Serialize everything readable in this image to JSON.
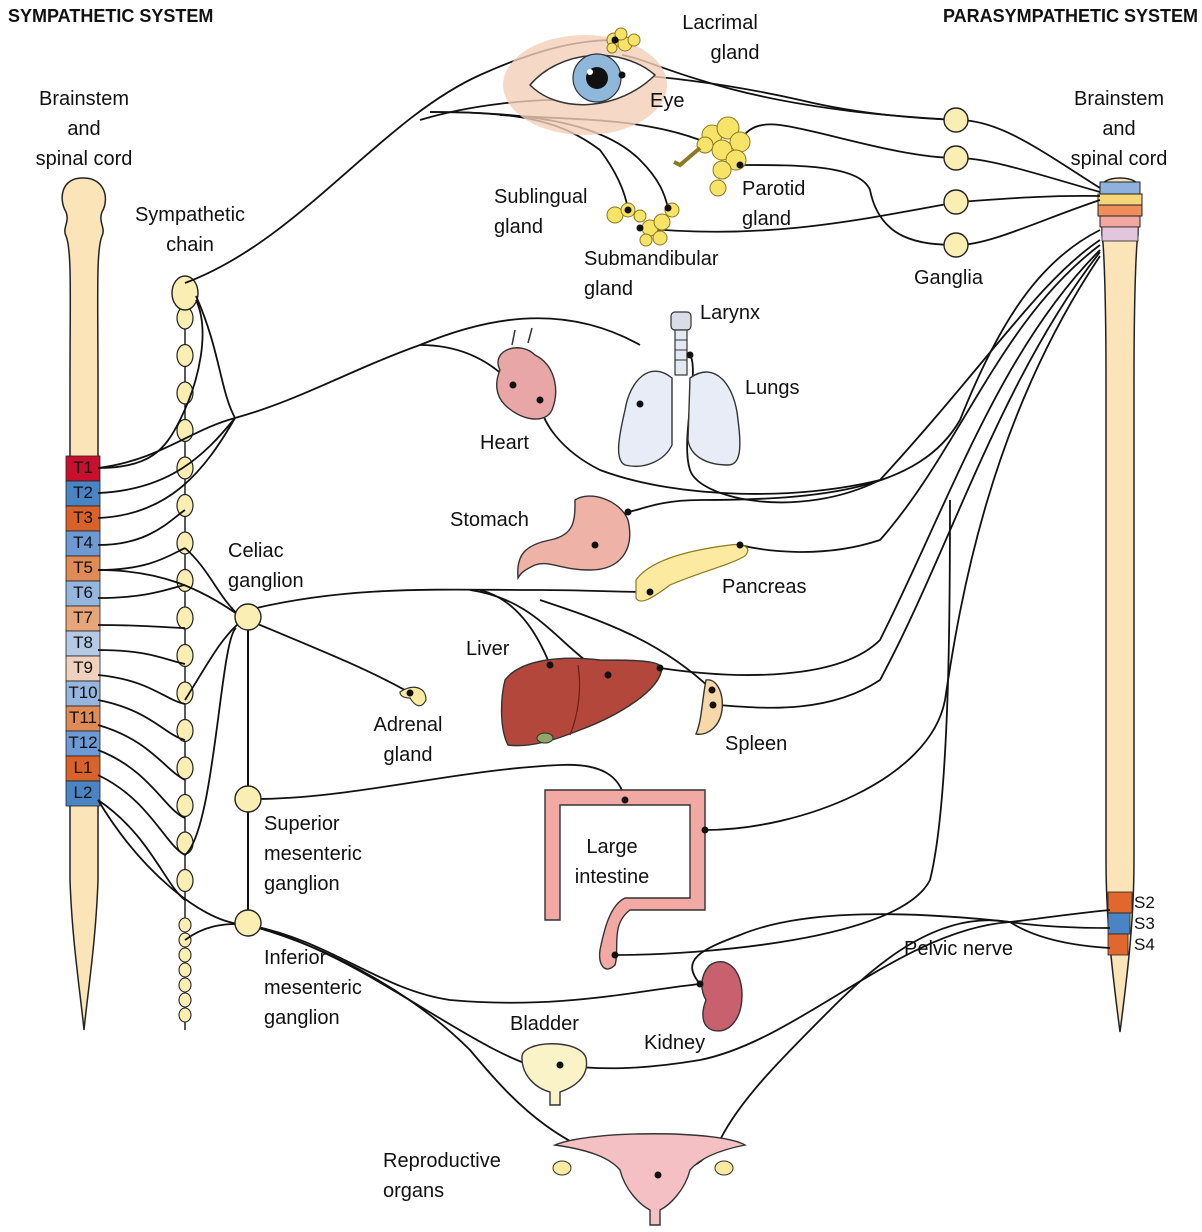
{
  "titles": {
    "sympathetic": "SYMPATHETIC SYSTEM",
    "parasympathetic": "PARASYMPATHETIC SYSTEM"
  },
  "labels": {
    "brainstem_left": [
      "Brainstem",
      "and",
      "spinal cord"
    ],
    "brainstem_right": [
      "Brainstem",
      "and",
      "spinal cord"
    ],
    "sympathetic_chain": [
      "Sympathetic",
      "chain"
    ],
    "lacrimal_gland": [
      "Lacrimal",
      "gland"
    ],
    "eye": "Eye",
    "parotid_gland": [
      "Parotid",
      "gland"
    ],
    "sublingual_gland": [
      "Sublingual",
      "gland"
    ],
    "submandibular_gland": [
      "Submandibular",
      "gland"
    ],
    "ganglia": "Ganglia",
    "larynx": "Larynx",
    "lungs": "Lungs",
    "heart": "Heart",
    "stomach": "Stomach",
    "pancreas": "Pancreas",
    "celiac_ganglion": [
      "Celiac",
      "ganglion"
    ],
    "liver": "Liver",
    "adrenal_gland": [
      "Adrenal",
      "gland"
    ],
    "spleen": "Spleen",
    "superior_mesenteric_ganglion": [
      "Superior",
      "mesenteric",
      "ganglion"
    ],
    "large_intestine": [
      "Large",
      "intestine"
    ],
    "inferior_mesenteric_ganglion": [
      "Inferior",
      "mesenteric",
      "ganglion"
    ],
    "pelvic_nerve": "Pelvic nerve",
    "bladder": "Bladder",
    "kidney": "Kidney",
    "reproductive_organs": [
      "Reproductive",
      "organs"
    ]
  },
  "spinal_segments": [
    {
      "name": "T1",
      "color": "#c8102e"
    },
    {
      "name": "T2",
      "color": "#4a84c4"
    },
    {
      "name": "T3",
      "color": "#d9622b"
    },
    {
      "name": "T4",
      "color": "#6d9ad4"
    },
    {
      "name": "T5",
      "color": "#e08a55"
    },
    {
      "name": "T6",
      "color": "#95b6de"
    },
    {
      "name": "T7",
      "color": "#e6a67a"
    },
    {
      "name": "T8",
      "color": "#b4c9e6"
    },
    {
      "name": "T9",
      "color": "#efd1bd"
    },
    {
      "name": "T10",
      "color": "#95b6de"
    },
    {
      "name": "T11",
      "color": "#e08a55"
    },
    {
      "name": "T12",
      "color": "#6d9ad4"
    },
    {
      "name": "L1",
      "color": "#d9622b"
    },
    {
      "name": "L2",
      "color": "#4a84c4"
    }
  ],
  "sacral_segments": [
    {
      "name": "S2",
      "color": "#e0682e"
    },
    {
      "name": "S3",
      "color": "#4a84c4"
    },
    {
      "name": "S4",
      "color": "#e0682e"
    }
  ],
  "colors": {
    "cord": "#fbe5b8",
    "ganglion": "#fbeeb2",
    "nerve": "#111111",
    "liver": "#b4473b",
    "heart": "#e8a6a6",
    "intestine": "#f2a9a3",
    "stomach": "#eeb3a6",
    "pancreas": "#fbeaa0",
    "lungs": "#e8ecf6",
    "gland": "#f6e368",
    "kidney": "#c8606d",
    "bladder": "#fbf3c8",
    "reproductive": "#f4c0c4"
  }
}
